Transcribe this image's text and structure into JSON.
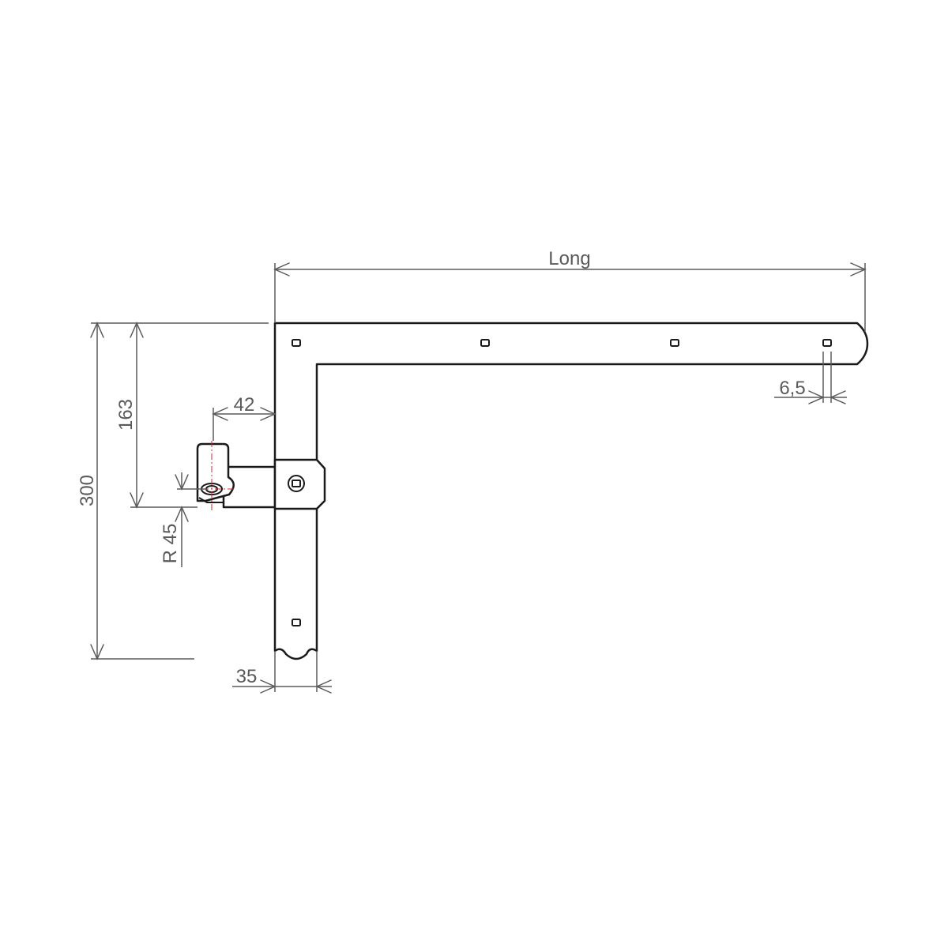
{
  "dimensions": {
    "long": "Long",
    "height_total": "300",
    "height_pin": "163",
    "offset": "42",
    "radius": "R 45",
    "width": "35",
    "hole_edge": "6,5"
  },
  "colors": {
    "outline": "#1a1a1a",
    "dimension": "#5a5a5a",
    "centerline": "#d62828",
    "background": "#ffffff"
  }
}
